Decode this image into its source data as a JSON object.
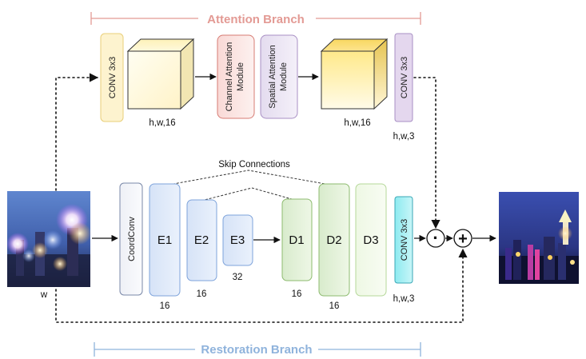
{
  "attention_branch": {
    "title": "Attention Branch",
    "title_color": "#e39a94",
    "conv_in_label": "CONV 3x3",
    "feature_in_label": "h,w,16",
    "channel_attention_label": [
      "Channel Attention",
      "Module"
    ],
    "spatial_attention_label": [
      "Spatial Attention",
      "Module"
    ],
    "feature_out_label": "h,w,16",
    "conv_out_label": "CONV 3x3",
    "conv_out_shape": "h,w,3"
  },
  "skip_connections_label": "Skip Connections",
  "restoration_branch": {
    "title": "Restoration Branch",
    "title_color": "#8fb3dc",
    "coordconv_label": "CoordConv",
    "encoders": [
      {
        "label": "E1",
        "channels": "16"
      },
      {
        "label": "E2",
        "channels": "16"
      },
      {
        "label": "E3",
        "channels": "32"
      }
    ],
    "decoders": [
      {
        "label": "D1",
        "channels": "16"
      },
      {
        "label": "D2",
        "channels": "16"
      },
      {
        "label": "D3",
        "channels": ""
      }
    ],
    "conv_label": "CONV 3x3",
    "conv_shape": "h,w,3"
  },
  "input_image_label": "w",
  "operators": {
    "multiply_symbol": "·",
    "add_symbol": "+"
  }
}
